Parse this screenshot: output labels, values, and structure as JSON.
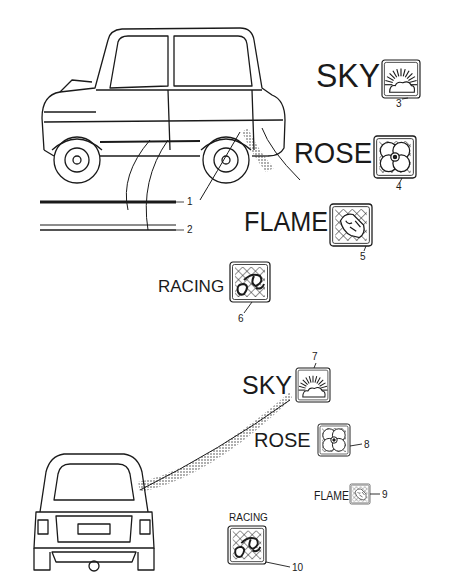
{
  "diagram": {
    "labels": [
      "1",
      "2",
      "SKY",
      "3",
      "ROSE",
      "4",
      "FLAME",
      "5",
      "RACING",
      "6",
      "SKY",
      "7",
      "ROSE",
      "8",
      "FLAME",
      "9",
      "RACING",
      "10"
    ]
  }
}
